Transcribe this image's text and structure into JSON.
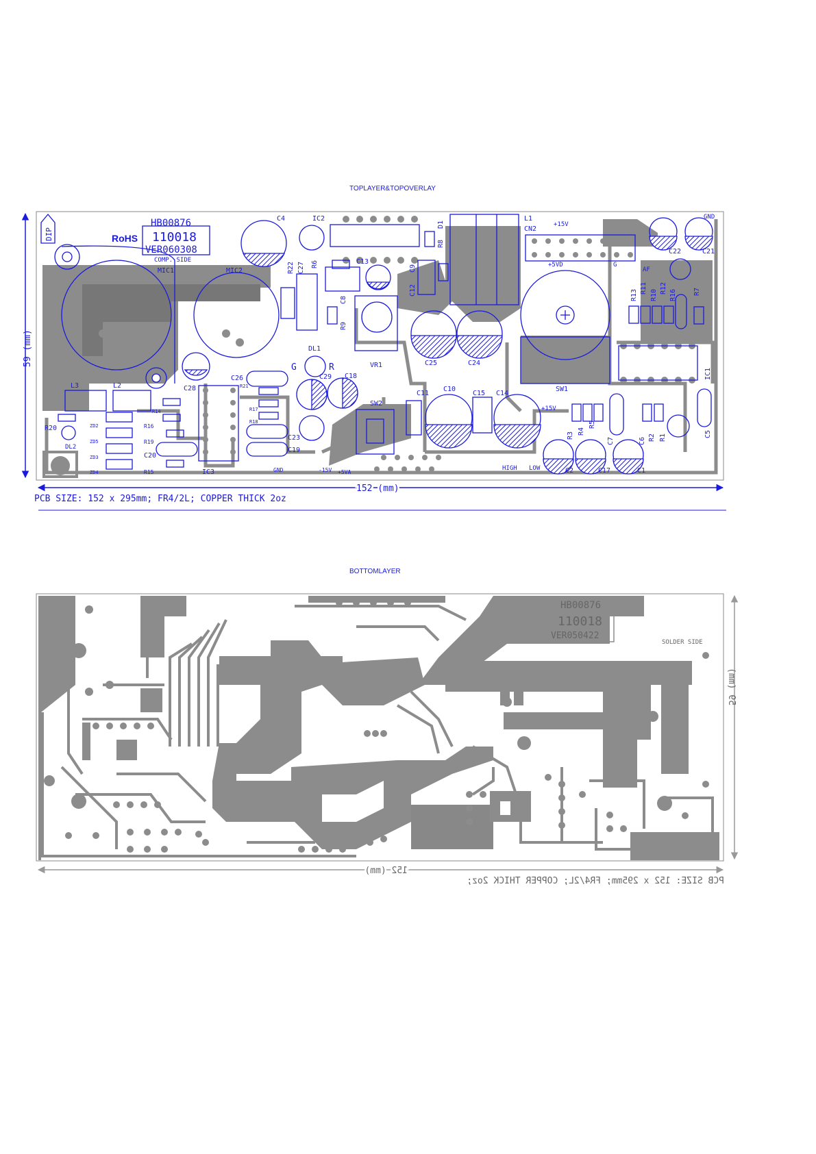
{
  "top": {
    "title": "TOPLAYER&TOPOVERLAY",
    "board_id": "HB00876",
    "rohs": "RoHS",
    "number": "110018",
    "version": "VER060308",
    "side": "COMP. SIDE",
    "dip_label": "DIP",
    "height_dim": "59 (mm)",
    "width_dim": "152 (mm)",
    "pcb_size": "PCB SIZE: 152 x 295mm; FR4/2L; COPPER THICK 2oz",
    "labels": {
      "mic1": "MIC1",
      "mic2": "MIC2",
      "c4": "C4",
      "ic2": "IC2",
      "r22": "R22",
      "c27": "C27",
      "r6": "R6",
      "c13": "C13",
      "c8": "C8",
      "r9": "R9",
      "c9": "C9",
      "c12": "C12",
      "d1": "D1",
      "r8": "R8",
      "l1": "L1",
      "cn2": "CN2",
      "p15v": "+15V",
      "p5vd": "+5VD",
      "g": "G",
      "af": "AF",
      "gnd_tr": "GND",
      "c22": "C22",
      "c21": "C21",
      "r13": "R13",
      "r11": "R11",
      "r10": "R10",
      "r12": "R12",
      "r16": "R16",
      "r7": "R7",
      "ic1": "IC1",
      "dl1": "DL1",
      "g2": "G",
      "r": "R",
      "vr1": "VR1",
      "c25": "C25",
      "c24": "C24",
      "c26": "C26",
      "r21": "R21",
      "c29": "C29",
      "c18": "C18",
      "c28": "C28",
      "l3": "L3",
      "l2": "L2",
      "r14": "R14",
      "r17": "R17",
      "r18": "R18",
      "r16b": "R16",
      "r19": "R19",
      "r15": "R15",
      "r20": "R20",
      "zd2": "ZD2",
      "zd5": "ZD5",
      "zd3": "ZD3",
      "zd4": "ZD4",
      "dl2": "DL2",
      "c20": "C20",
      "ic3": "IC3",
      "c23": "C23",
      "c19": "C19",
      "sw2": "SW2",
      "c11": "C11",
      "c10": "C10",
      "c15": "C15",
      "c14": "C14",
      "p15vb": "+15V",
      "sw1": "SW1",
      "r3": "R3",
      "r4": "R4",
      "r5": "R5",
      "c7": "C7",
      "c6": "C6",
      "r2": "R2",
      "r1": "R1",
      "c5": "C5",
      "c2": "C2",
      "c17": "C17",
      "c1": "C1",
      "high": "HIGH",
      "low": "LOW",
      "gnd_b": "GND",
      "m15v": "-15V",
      "p5va": "+5VA"
    }
  },
  "bottom": {
    "title": "BOTTOMLAYER",
    "board_id": "HB00876",
    "number": "110018",
    "version": "VER050422",
    "side": "SOLDER SIDE",
    "height_dim": "59 (mm)",
    "width_dim": "152 (mm)",
    "pcb_size": "PCB SIZE: 152 x 295mm; FR4/2L; COPPER THICK 2oz;"
  },
  "colors": {
    "overlay": "#1a1adc",
    "copper": "#8c8c8c",
    "background": "#ffffff"
  }
}
